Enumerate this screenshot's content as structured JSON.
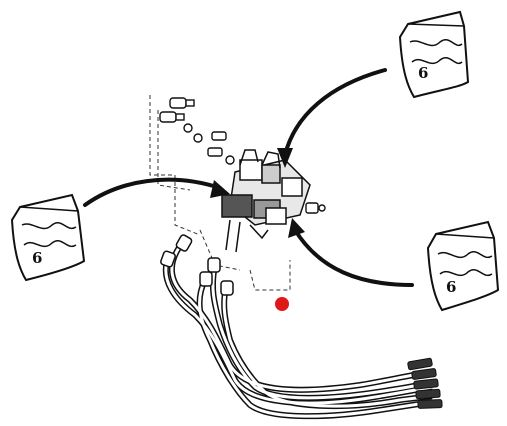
{
  "diagram": {
    "callouts": [
      {
        "id": "top-right",
        "text": "6"
      },
      {
        "id": "left",
        "text": "6"
      },
      {
        "id": "bottom-right",
        "text": "6"
      }
    ],
    "marker": {
      "color": "#e01818"
    },
    "line_color": "#111111"
  }
}
